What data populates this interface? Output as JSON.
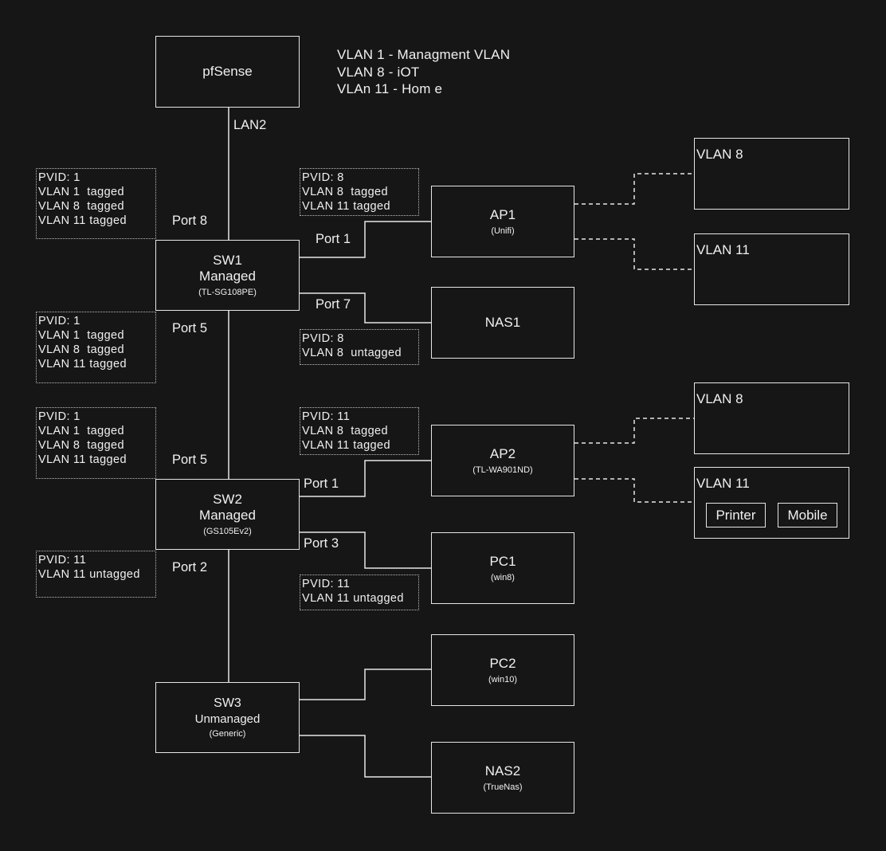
{
  "legend": {
    "lines": [
      "VLAN 1 - Managment VLAN",
      "VLAN 8 - iOT",
      "VLAn 11 - Hom e"
    ]
  },
  "devices": {
    "pfsense": {
      "title": "pfSense"
    },
    "sw1": {
      "title": "SW1",
      "title2": "Managed",
      "model": "(TL-SG108PE)"
    },
    "sw2": {
      "title": "SW2",
      "title2": "Managed",
      "model": "(GS105Ev2)"
    },
    "sw3": {
      "title": "SW3",
      "title2": "Unmanaged",
      "model": "(Generic)"
    },
    "ap1": {
      "title": "AP1",
      "model": "(Unifi)"
    },
    "nas1": {
      "title": "NAS1"
    },
    "ap2": {
      "title": "AP2",
      "model": "(TL-WA901ND)"
    },
    "pc1": {
      "title": "PC1",
      "model": "(win8)"
    },
    "pc2": {
      "title": "PC2",
      "model": "(win10)"
    },
    "nas2": {
      "title": "NAS2",
      "model": "(TrueNas)"
    }
  },
  "vlan_groups": {
    "ap1_vlan8": {
      "title": "VLAN 8"
    },
    "ap1_vlan11": {
      "title": "VLAN 11"
    },
    "ap2_vlan8": {
      "title": "VLAN 8"
    },
    "ap2_vlan11": {
      "title": "VLAN 11",
      "clients": [
        "Printer",
        "Mobile"
      ]
    }
  },
  "port_labels": {
    "lan2": "LAN2",
    "sw1_port8": "Port 8",
    "sw1_port1": "Port 1",
    "sw1_port7": "Port 7",
    "sw1_port5": "Port 5",
    "sw2_port5": "Port 5",
    "sw2_port1": "Port 1",
    "sw2_port3": "Port 3",
    "sw2_port2": "Port 2"
  },
  "notes": {
    "sw1_port8": "PVID: 1\nVLAN 1  tagged\nVLAN 8  tagged\nVLAN 11 tagged",
    "sw1_port1": "PVID: 8\nVLAN 8  tagged\nVLAN 11 tagged",
    "sw1_port5": "PVID: 1\nVLAN 1  tagged\nVLAN 8  tagged\nVLAN 11 tagged",
    "sw1_port7": "PVID: 8\nVLAN 8  untagged",
    "sw2_port5": "PVID: 1\nVLAN 1  tagged\nVLAN 8  tagged\nVLAN 11 tagged",
    "sw2_port1": "PVID: 11\nVLAN 8  tagged\nVLAN 11 tagged",
    "sw2_port2": "PVID: 11\nVLAN 11 untagged",
    "sw2_port3": "PVID: 11\nVLAN 11 untagged"
  },
  "colors": {
    "background": "#161616",
    "line": "#e6e6e6",
    "text": "#f0f0f0"
  }
}
